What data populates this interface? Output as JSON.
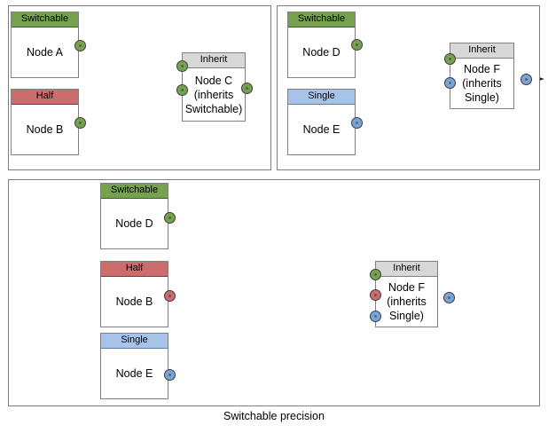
{
  "diagram": {
    "caption": "Switchable precision",
    "colors": {
      "switchable": "#76a24f",
      "half": "#cd6c6c",
      "single": "#a7c4e8",
      "inherit": "#d8d8d8",
      "port_green": "#76a24f",
      "port_red": "#cd6c6c",
      "port_blue": "#7ba3d6",
      "border": "#808080",
      "panel_border": "#7f7f7f",
      "edge": "#4d4d4d"
    },
    "panels": [
      {
        "id": "panel-left",
        "nodes": [
          {
            "id": "node-a",
            "header": "Switchable",
            "type": "switchable",
            "lines": [
              "Node A"
            ]
          },
          {
            "id": "node-b",
            "header": "Half",
            "type": "half",
            "lines": [
              "Node B"
            ]
          },
          {
            "id": "node-c",
            "header": "Inherit",
            "type": "inherit",
            "lines": [
              "Node C",
              "(inherits",
              "Switchable)"
            ]
          }
        ],
        "ports": [
          {
            "id": "port-node-a-out",
            "color": "green"
          },
          {
            "id": "port-node-b-out",
            "color": "green"
          },
          {
            "id": "port-node-c-in-1",
            "color": "green"
          },
          {
            "id": "port-node-c-in-2",
            "color": "green"
          },
          {
            "id": "port-node-c-out",
            "color": "green"
          }
        ],
        "edges": [
          {
            "id": "edge-a-to-c",
            "from": "node-a",
            "to": "node-c"
          },
          {
            "id": "edge-b-to-c",
            "from": "node-b",
            "to": "node-c"
          }
        ]
      },
      {
        "id": "panel-right",
        "nodes": [
          {
            "id": "node-d",
            "header": "Switchable",
            "type": "switchable",
            "lines": [
              "Node D"
            ]
          },
          {
            "id": "node-e",
            "header": "Single",
            "type": "single",
            "lines": [
              "Node E"
            ]
          },
          {
            "id": "node-f",
            "header": "Inherit",
            "type": "inherit",
            "lines": [
              "Node F",
              "(inherits",
              "Single)"
            ]
          }
        ],
        "ports": [
          {
            "id": "port-node-d-out",
            "color": "green"
          },
          {
            "id": "port-node-e-out",
            "color": "blue"
          },
          {
            "id": "port-node-f-in-1",
            "color": "green"
          },
          {
            "id": "port-node-f-in-2",
            "color": "blue"
          },
          {
            "id": "port-node-f-out",
            "color": "blue"
          }
        ],
        "edges": [
          {
            "id": "edge-d-to-f",
            "from": "node-d",
            "to": "node-f"
          },
          {
            "id": "edge-e-to-f",
            "from": "node-e",
            "to": "node-f"
          }
        ]
      },
      {
        "id": "panel-bottom",
        "nodes": [
          {
            "id": "node-d2",
            "header": "Switchable",
            "type": "switchable",
            "lines": [
              "Node D"
            ]
          },
          {
            "id": "node-b2",
            "header": "Half",
            "type": "half",
            "lines": [
              "Node B"
            ]
          },
          {
            "id": "node-e2",
            "header": "Single",
            "type": "single",
            "lines": [
              "Node E"
            ]
          },
          {
            "id": "node-f2",
            "header": "Inherit",
            "type": "inherit",
            "lines": [
              "Node F",
              "(inherits",
              "Single)"
            ]
          }
        ],
        "ports": [
          {
            "id": "port-node-d2-out",
            "color": "green"
          },
          {
            "id": "port-node-b2-out",
            "color": "red"
          },
          {
            "id": "port-node-e2-out",
            "color": "blue"
          },
          {
            "id": "port-node-f2-in-1",
            "color": "green"
          },
          {
            "id": "port-node-f2-in-2",
            "color": "red"
          },
          {
            "id": "port-node-f2-in-3",
            "color": "blue"
          },
          {
            "id": "port-node-f2-out",
            "color": "blue"
          }
        ],
        "edges": [
          {
            "id": "edge-d2-to-f2",
            "from": "node-d2",
            "to": "node-f2"
          },
          {
            "id": "edge-b2-to-f2",
            "from": "node-b2",
            "to": "node-f2"
          },
          {
            "id": "edge-e2-to-f2",
            "from": "node-e2",
            "to": "node-f2"
          }
        ]
      }
    ]
  },
  "labels": {
    "p1": {
      "node_a_header": "Switchable",
      "node_a_line1": "Node A",
      "node_b_header": "Half",
      "node_b_line1": "Node B",
      "node_c_header": "Inherit",
      "node_c_line1": "Node C",
      "node_c_line2": "(inherits",
      "node_c_line3": "Switchable)"
    },
    "p2": {
      "node_d_header": "Switchable",
      "node_d_line1": "Node D",
      "node_e_header": "Single",
      "node_e_line1": "Node E",
      "node_f_header": "Inherit",
      "node_f_line1": "Node F",
      "node_f_line2": "(inherits",
      "node_f_line3": "Single)"
    },
    "p3": {
      "node_d_header": "Switchable",
      "node_d_line1": "Node D",
      "node_b_header": "Half",
      "node_b_line1": "Node B",
      "node_e_header": "Single",
      "node_e_line1": "Node E",
      "node_f_header": "Inherit",
      "node_f_line1": "Node F",
      "node_f_line2": "(inherits",
      "node_f_line3": "Single)"
    },
    "caption": "Switchable precision"
  }
}
